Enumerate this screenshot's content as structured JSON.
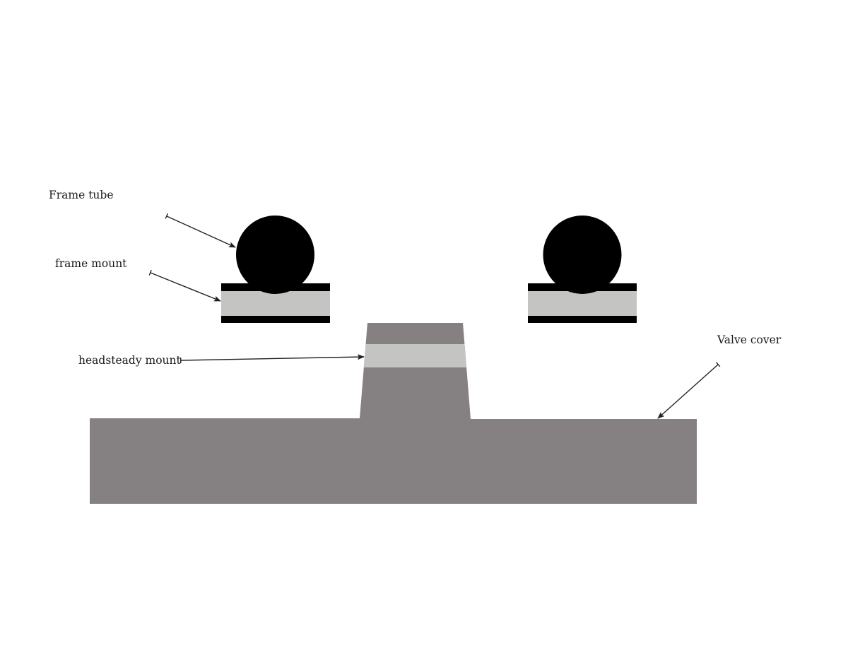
{
  "labels": {
    "frame_tube": "Frame tube",
    "frame_mount": "frame mount",
    "headsteady_mount": "headsteady mount",
    "valve_cover": "Valve cover"
  },
  "colors": {
    "tube": "#000000",
    "mount_band": "#c4c4c3",
    "valve_cover": "#858182",
    "arrow": "#222222"
  }
}
